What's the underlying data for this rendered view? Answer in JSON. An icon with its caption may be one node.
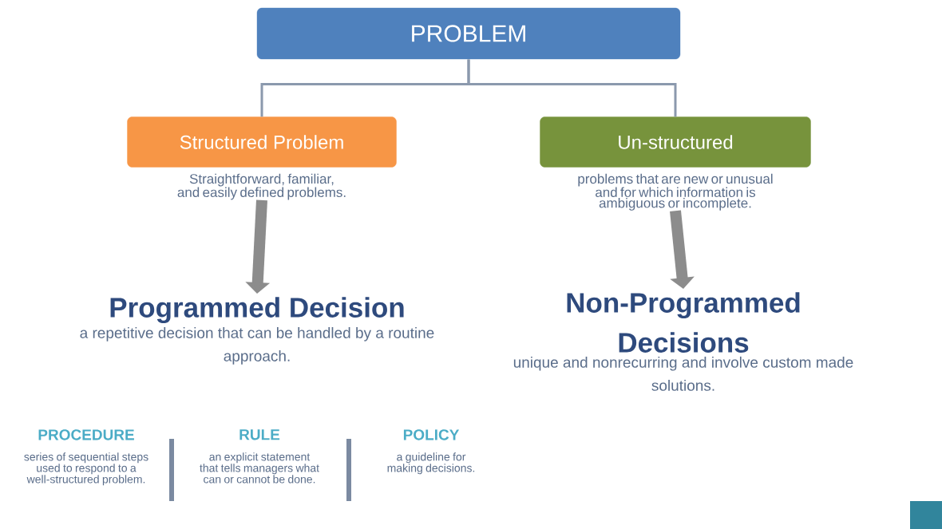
{
  "diagram": {
    "nodes": [
      {
        "text": [
          "PROBLEM"
        ]
      },
      {
        "text": [
          "Structured Problem"
        ],
        "beside": [
          "Straightforward, familiar, and easily defined problems."
        ]
      },
      {
        "text": [
          "Un-structured"
        ],
        "beside": [
          "problems that are new or unusual and for which information is ambiguous or incomplete."
        ]
      },
      {
        "text": [
          "Programmed Decision",
          "a repetitive decision that can be handled by a routine approach."
        ]
      },
      {
        "text": [
          "Non-Programmed Decisions",
          "unique and nonrecurring and involve custom made solutions."
        ]
      }
    ],
    "edges": [
      {
        "from": 0,
        "to": 1,
        "arrow": "none"
      },
      {
        "from": 0,
        "to": 2,
        "arrow": "none"
      },
      {
        "from": 1,
        "to": 3,
        "arrow": "to",
        "style": "thick",
        "color": "#8c8c8c"
      },
      {
        "from": 2,
        "to": 4,
        "arrow": "to",
        "style": "thick",
        "color": "#8c8c8c"
      }
    ],
    "labels": [
      "PROCEDURE",
      "series of sequential steps used to respond to a well-structured problem.",
      "RULE",
      "an explicit statement that tells managers what can or cannot be done.",
      "POLICY",
      "a guideline for making decisions."
    ]
  }
}
